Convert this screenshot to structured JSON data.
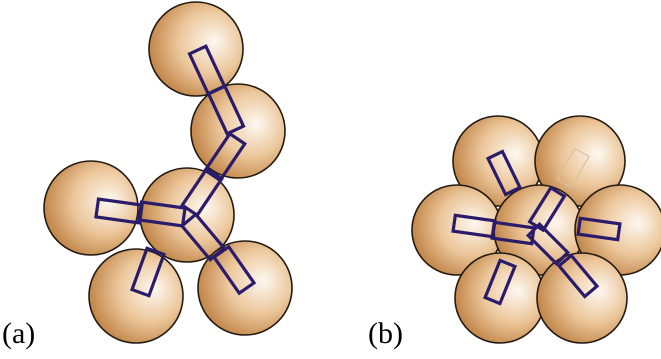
{
  "panels": [
    {
      "id": "a",
      "label": "(a)"
    },
    {
      "id": "b",
      "label": "(b)"
    }
  ],
  "colors": {
    "sphere_highlight": "#fdf8f1",
    "sphere_mid": "#ecc79b",
    "sphere_edge": "#c28649",
    "sphere_outline": "#231b12",
    "rod_stroke": "#2b1c6b",
    "ghost_rod_stroke": "#d8c2a4"
  }
}
